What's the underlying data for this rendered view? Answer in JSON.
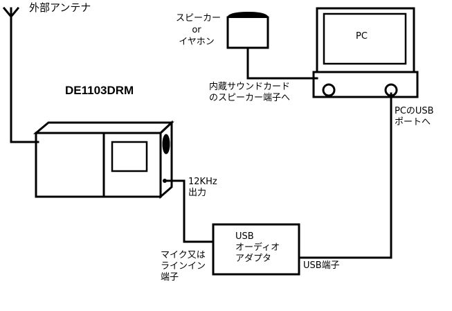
{
  "labels": {
    "antenna": "外部アンテナ",
    "receiver": "DE1103DRM",
    "speaker_line1": "スピーカー",
    "speaker_line2": "or",
    "speaker_line3": "イヤホン",
    "pc": "PC",
    "soundcard_line1": "内蔵サウンドカード",
    "soundcard_line2": "のスピーカー端子へ",
    "pcusb_line1": "PCのUSB",
    "pcusb_line2": "ポートへ",
    "output_line1": "12KHz",
    "output_line2": "出力",
    "adapter_line1": "USB",
    "adapter_line2": "オーディオ",
    "adapter_line3": "アダプタ",
    "mic_line1": "マイク又は",
    "mic_line2": "ラインイン",
    "mic_line3": "端子",
    "usb_terminal": "USB端子"
  }
}
